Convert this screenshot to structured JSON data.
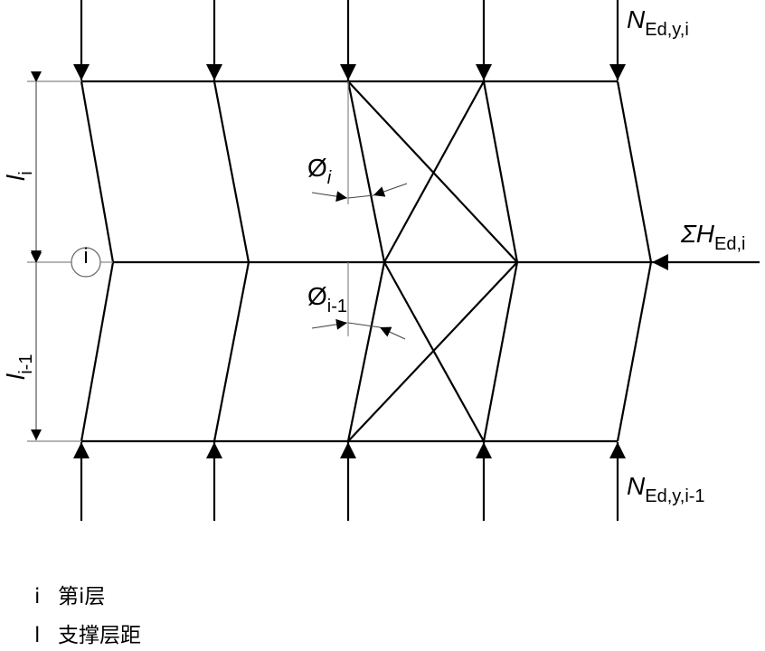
{
  "labels": {
    "n_top": {
      "symbol": "N",
      "subscript": "Ed,y,i"
    },
    "n_bottom": {
      "symbol": "N",
      "subscript": "Ed,y,i-1"
    },
    "h_force": {
      "symbol": "ΣH",
      "subscript": "Ed,i"
    },
    "l_upper": {
      "symbol": "l",
      "subscript": "i"
    },
    "l_lower": {
      "symbol": "l",
      "subscript": "i-1"
    },
    "phi_upper": {
      "symbol": "Ø",
      "subscript": "i"
    },
    "phi_lower": {
      "symbol": "Ø",
      "subscript": "i-1"
    },
    "node_marker": "i"
  },
  "legend": [
    {
      "key": "i",
      "text": "第i层"
    },
    {
      "key": "l",
      "text": "支撑层距"
    }
  ]
}
